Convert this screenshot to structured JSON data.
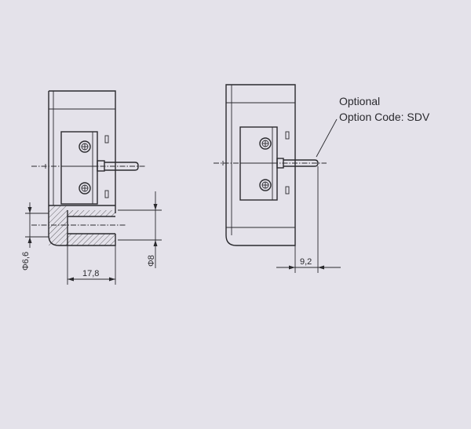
{
  "dimensions": {
    "dia_6_6": "Φ6,6",
    "dia_8": "Φ8",
    "width_17_8": "17,8",
    "pin_9_2": "9,2"
  },
  "annotation": {
    "line1": "Optional",
    "line2": "Option Code: SDV"
  }
}
